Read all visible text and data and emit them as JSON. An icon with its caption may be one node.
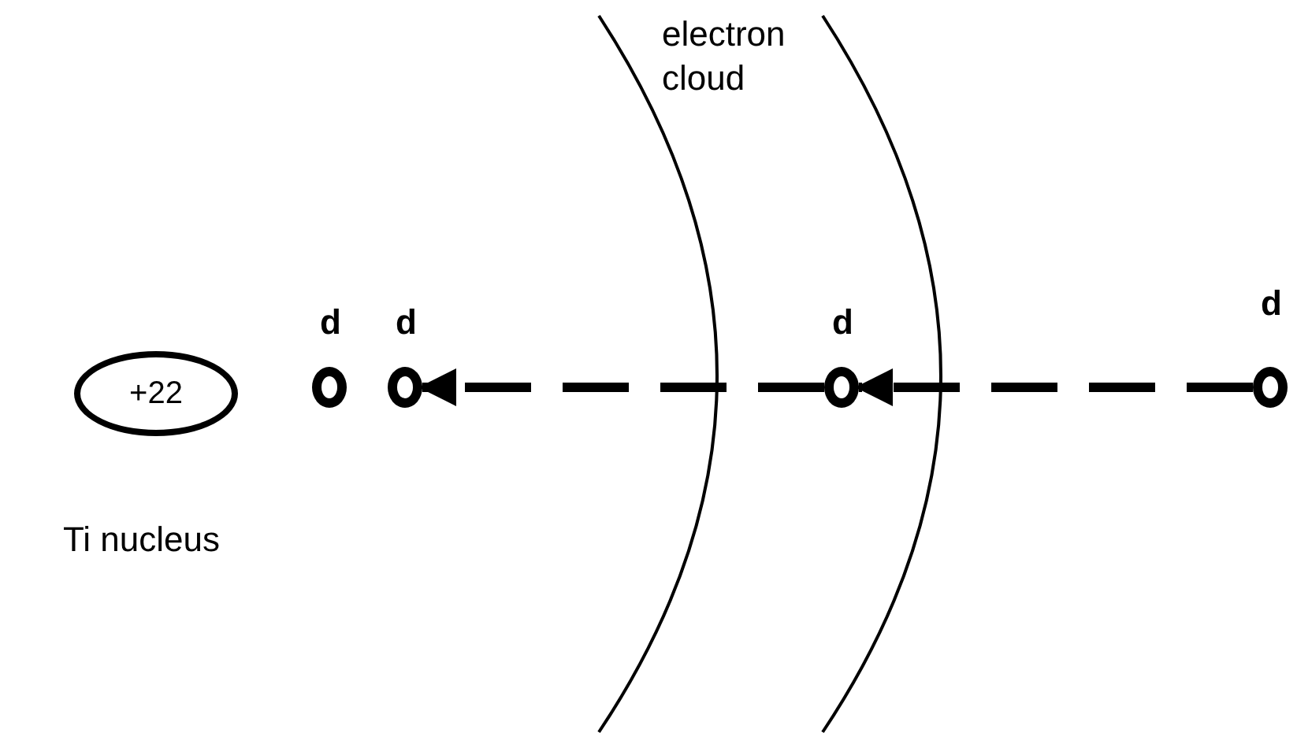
{
  "diagram": {
    "nodes": [
      {
        "text": [
          "+22"
        ],
        "beside": [
          "Ti nucleus"
        ]
      },
      {
        "text": [],
        "shape": "circle",
        "beside": [
          "d"
        ]
      },
      {
        "text": [],
        "shape": "circle",
        "beside": [
          "d"
        ]
      },
      {
        "text": [],
        "shape": "circle",
        "beside": [
          "d"
        ]
      },
      {
        "text": [],
        "shape": "circle",
        "beside": [
          "d"
        ]
      }
    ],
    "edges": [
      {
        "from": 4,
        "to": 3,
        "arrow": "to",
        "style": "dashed"
      },
      {
        "from": 3,
        "to": 2,
        "arrow": "to",
        "style": "dashed"
      }
    ],
    "labels": [
      "electron cloud"
    ]
  }
}
